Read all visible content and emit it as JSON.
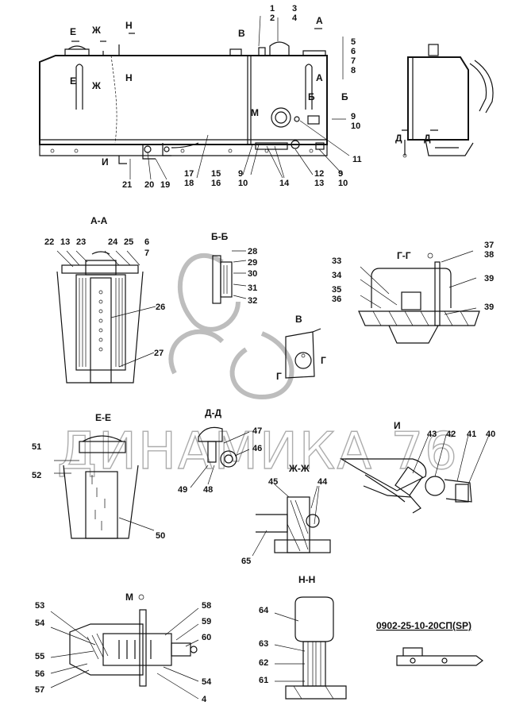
{
  "drawing_code": "0902-25-10-20СП(SP)",
  "watermark": "ДИНАМИКА 76",
  "sections": {
    "aa": "А-А",
    "bb": "Б-Б",
    "gg": "Г-Г",
    "ee": "Е-Е",
    "dd": "Д-Д",
    "zhzh": "Ж-Ж",
    "nn": "Н-Н",
    "v": "В",
    "i": "И",
    "m": "М"
  },
  "view_markers": [
    "Е",
    "Ж",
    "Н",
    "В",
    "А",
    "М",
    "Б",
    "Д",
    "Г",
    "И"
  ],
  "callouts_main": [
    "1",
    "2",
    "3",
    "4",
    "5",
    "6",
    "7",
    "8",
    "9",
    "10",
    "11",
    "12",
    "13",
    "14",
    "15",
    "16",
    "17",
    "18",
    "19",
    "20",
    "21"
  ],
  "callouts_aa": [
    "22",
    "13",
    "23",
    "24",
    "25",
    "6",
    "7",
    "26",
    "27"
  ],
  "callouts_bb": [
    "28",
    "29",
    "30",
    "31",
    "32"
  ],
  "callouts_gg": [
    "33",
    "34",
    "35",
    "36",
    "37",
    "38",
    "39"
  ],
  "callouts_ee": [
    "51",
    "52",
    "50"
  ],
  "callouts_dd": [
    "47",
    "46",
    "49",
    "48"
  ],
  "callouts_zhzh": [
    "45",
    "44",
    "65"
  ],
  "callouts_i": [
    "43",
    "42",
    "41",
    "40"
  ],
  "callouts_m": [
    "53",
    "54",
    "55",
    "56",
    "57",
    "58",
    "59",
    "60",
    "54",
    "4"
  ],
  "callouts_nn": [
    "64",
    "63",
    "62",
    "61"
  ]
}
